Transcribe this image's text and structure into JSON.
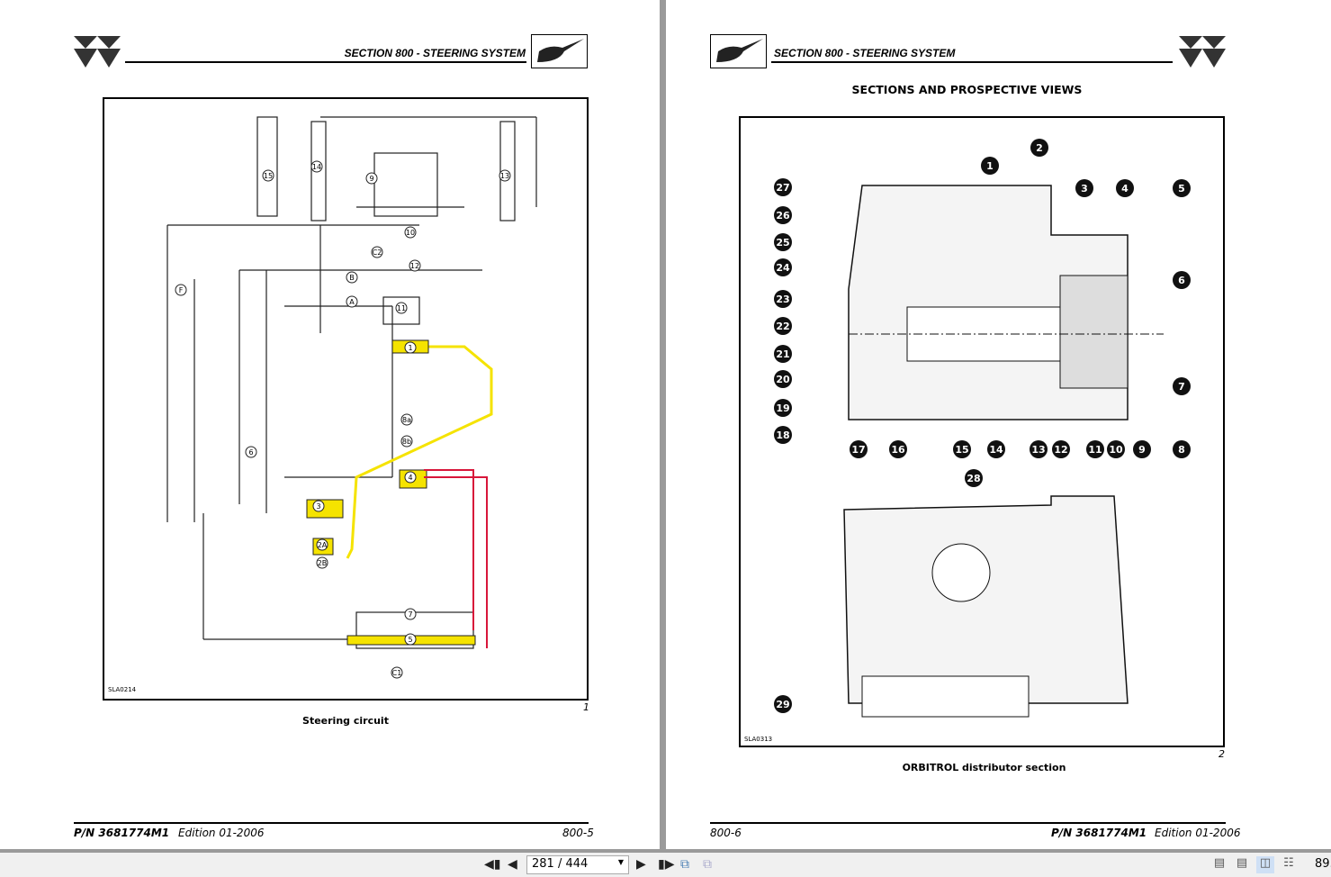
{
  "viewer": {
    "page_indicator": "281 / 444",
    "zoom_level": "89.",
    "buttons": {
      "first": "first-page",
      "prev": "previous-page",
      "next": "next-page",
      "last": "last-page"
    }
  },
  "pages": [
    {
      "header": "SECTION 800 - STEERING SYSTEM",
      "figure_number": "1",
      "figure_code": "SLA0214",
      "caption": "Steering circuit",
      "diagram_labels": [
        "15",
        "14",
        "9",
        "10",
        "13",
        "C2",
        "12",
        "B",
        "A",
        "11",
        "1",
        "F",
        "6",
        "8a",
        "8b",
        "4",
        "3",
        "2A",
        "2B",
        "7",
        "5",
        "C1"
      ],
      "footer": {
        "part_number": "P/N 3681774M1",
        "edition": "Edition 01-2006",
        "page": "800-5"
      }
    },
    {
      "header": "SECTION 800 - STEERING SYSTEM",
      "title": "SECTIONS AND PROSPECTIVE VIEWS",
      "figure_number": "2",
      "figure_code": "SLA0313",
      "caption": "ORBITROL distributor section",
      "callouts": [
        "1",
        "2",
        "3",
        "4",
        "5",
        "6",
        "7",
        "8",
        "9",
        "10",
        "11",
        "12",
        "13",
        "14",
        "15",
        "16",
        "17",
        "18",
        "19",
        "20",
        "21",
        "22",
        "23",
        "24",
        "25",
        "26",
        "27",
        "28",
        "29"
      ],
      "footer": {
        "page": "800-6",
        "part_number": "P/N 3681774M1",
        "edition": "Edition 01-2006"
      }
    }
  ],
  "colors": {
    "highlight_yellow": "#f5e300",
    "hydraulic_red": "#d8163a"
  }
}
